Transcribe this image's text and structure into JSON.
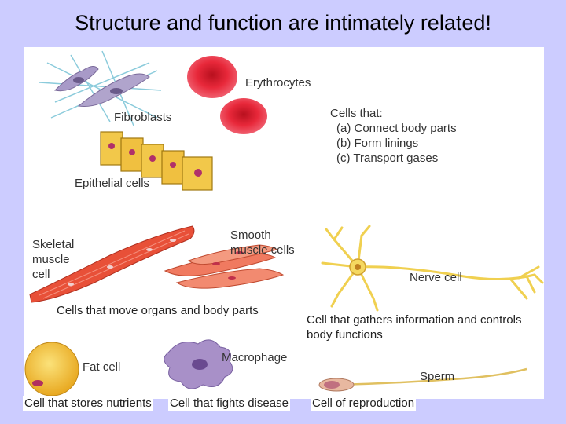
{
  "title": "Structure and function are intimately related!",
  "labels": {
    "erythrocytes": "Erythrocytes",
    "fibroblasts": "Fibroblasts",
    "cells_that_header": "Cells that:",
    "cells_that_a": "(a) Connect body parts",
    "cells_that_b": "(b) Form linings",
    "cells_that_c": "(c) Transport gases",
    "epithelial": "Epithelial cells",
    "skeletal": "Skeletal\nmuscle\ncell",
    "smooth": "Smooth\nmuscle cells",
    "nerve": "Nerve cell",
    "move_caption": "Cells that move organs and body parts",
    "nerve_caption": "Cell that gathers information and controls body functions",
    "fat": "Fat cell",
    "macrophage": "Macrophage",
    "sperm": "Sperm",
    "fat_caption": "Cell that stores nutrients",
    "macro_caption": "Cell that fights disease",
    "sperm_caption": "Cell of reproduction"
  },
  "colors": {
    "background": "#ccccff",
    "erythrocyte": "#e8283a",
    "fibroblast": "#9a8fb8",
    "epithelial": "#f0c040",
    "muscle": "#e8503a",
    "nerve": "#f5d860",
    "fat": "#f2c230",
    "macrophage": "#a890c8",
    "sperm": "#e8b8a0"
  }
}
